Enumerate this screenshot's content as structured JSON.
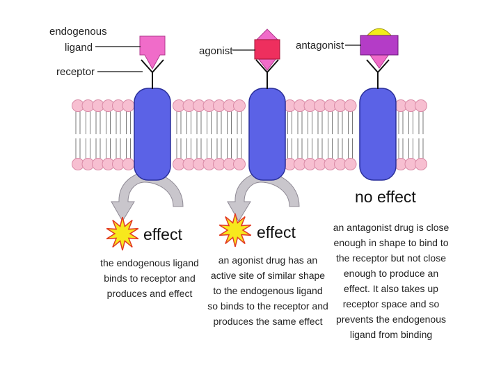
{
  "labels": {
    "endogenous_ligand_line1": "endogenous",
    "endogenous_ligand_line2": "ligand",
    "receptor": "receptor",
    "agonist": "agonist",
    "antagonist": "antagonist"
  },
  "panels": [
    {
      "effect_label": "effect",
      "description": "the endogenous ligand binds to receptor and produces and effect"
    },
    {
      "effect_label": "effect",
      "description": "an agonist drug has an active site of similar shape to the endogenous ligand so binds to the receptor and produces the same effect"
    },
    {
      "effect_label": "no effect",
      "description": "an antagonist drug is close enough in shape to bind to the receptor but not close enough to produce an effect. It also takes up receptor space and so prevents the endogenous ligand from binding"
    }
  ],
  "colors": {
    "lipid_head": "#f7bfd1",
    "lipid_head_stroke": "#d98aa6",
    "receptor_body": "#5b62e6",
    "receptor_binding_site": "#f06cc9",
    "endogenous_ligand": "#f06cc9",
    "agonist_drug": "#ee2f5e",
    "antagonist_drug": "#b43cc7",
    "antagonist_cap": "#f2ee1a",
    "signal_arrow": "#c9c6cc",
    "burst_fill": "#f7e81d",
    "burst_stroke": "#e23a23"
  }
}
